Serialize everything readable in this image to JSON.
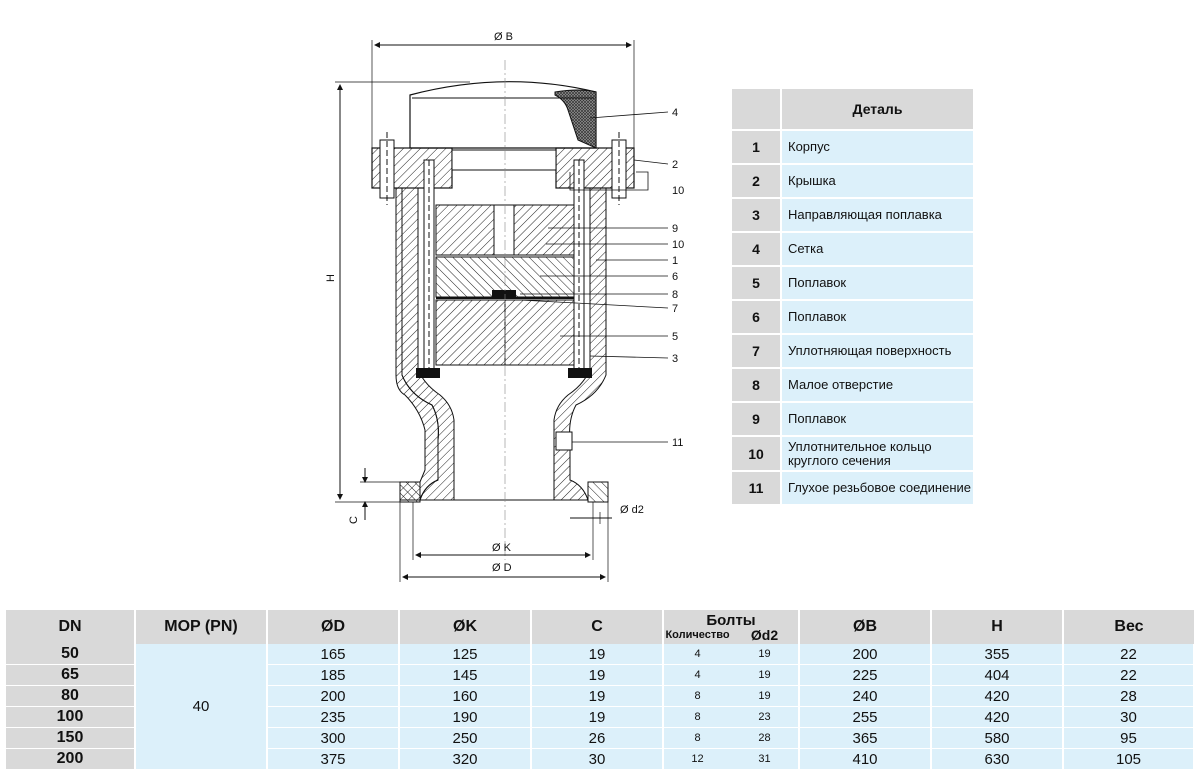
{
  "drawing": {
    "dim_labels": {
      "b": "Ø B",
      "h": "H",
      "c": "C",
      "k": "Ø K",
      "d": "Ø D",
      "d2": "Ø d2"
    },
    "callouts": [
      "4",
      "2",
      "10",
      "9",
      "10",
      "1",
      "6",
      "8",
      "7",
      "5",
      "3",
      "11"
    ]
  },
  "parts": {
    "header": "Деталь",
    "items": [
      {
        "num": "1",
        "name": "Корпус"
      },
      {
        "num": "2",
        "name": "Крышка"
      },
      {
        "num": "3",
        "name": "Направляющая поплавка"
      },
      {
        "num": "4",
        "name": "Сетка"
      },
      {
        "num": "5",
        "name": "Поплавок"
      },
      {
        "num": "6",
        "name": "Поплавок"
      },
      {
        "num": "7",
        "name": "Уплотняющая поверхность"
      },
      {
        "num": "8",
        "name": "Малое отверстие"
      },
      {
        "num": "9",
        "name": "Поплавок"
      },
      {
        "num": "10",
        "name": "Уплотнительное кольцо круглого сечения"
      },
      {
        "num": "11",
        "name": "Глухое резьбовое соединение"
      }
    ]
  },
  "dims": {
    "headers": {
      "dn": "DN",
      "mop": "MOP (PN)",
      "d": "ØD",
      "k": "ØK",
      "c": "C",
      "bolts": "Болты",
      "qty": "Количество",
      "d2": "Ød2",
      "b": "ØB",
      "h": "H",
      "weight": "Вес"
    },
    "mop_value": "40",
    "rows": [
      {
        "dn": "50",
        "d": "165",
        "k": "125",
        "c": "19",
        "qty": "4",
        "d2": "19",
        "b": "200",
        "h": "355",
        "weight": "22"
      },
      {
        "dn": "65",
        "d": "185",
        "k": "145",
        "c": "19",
        "qty": "4",
        "d2": "19",
        "b": "225",
        "h": "404",
        "weight": "22"
      },
      {
        "dn": "80",
        "d": "200",
        "k": "160",
        "c": "19",
        "qty": "8",
        "d2": "19",
        "b": "240",
        "h": "420",
        "weight": "28"
      },
      {
        "dn": "100",
        "d": "235",
        "k": "190",
        "c": "19",
        "qty": "8",
        "d2": "23",
        "b": "255",
        "h": "420",
        "weight": "30"
      },
      {
        "dn": "150",
        "d": "300",
        "k": "250",
        "c": "26",
        "qty": "8",
        "d2": "28",
        "b": "365",
        "h": "580",
        "weight": "95"
      },
      {
        "dn": "200",
        "d": "375",
        "k": "320",
        "c": "30",
        "qty": "12",
        "d2": "31",
        "b": "410",
        "h": "630",
        "weight": "105"
      }
    ]
  }
}
